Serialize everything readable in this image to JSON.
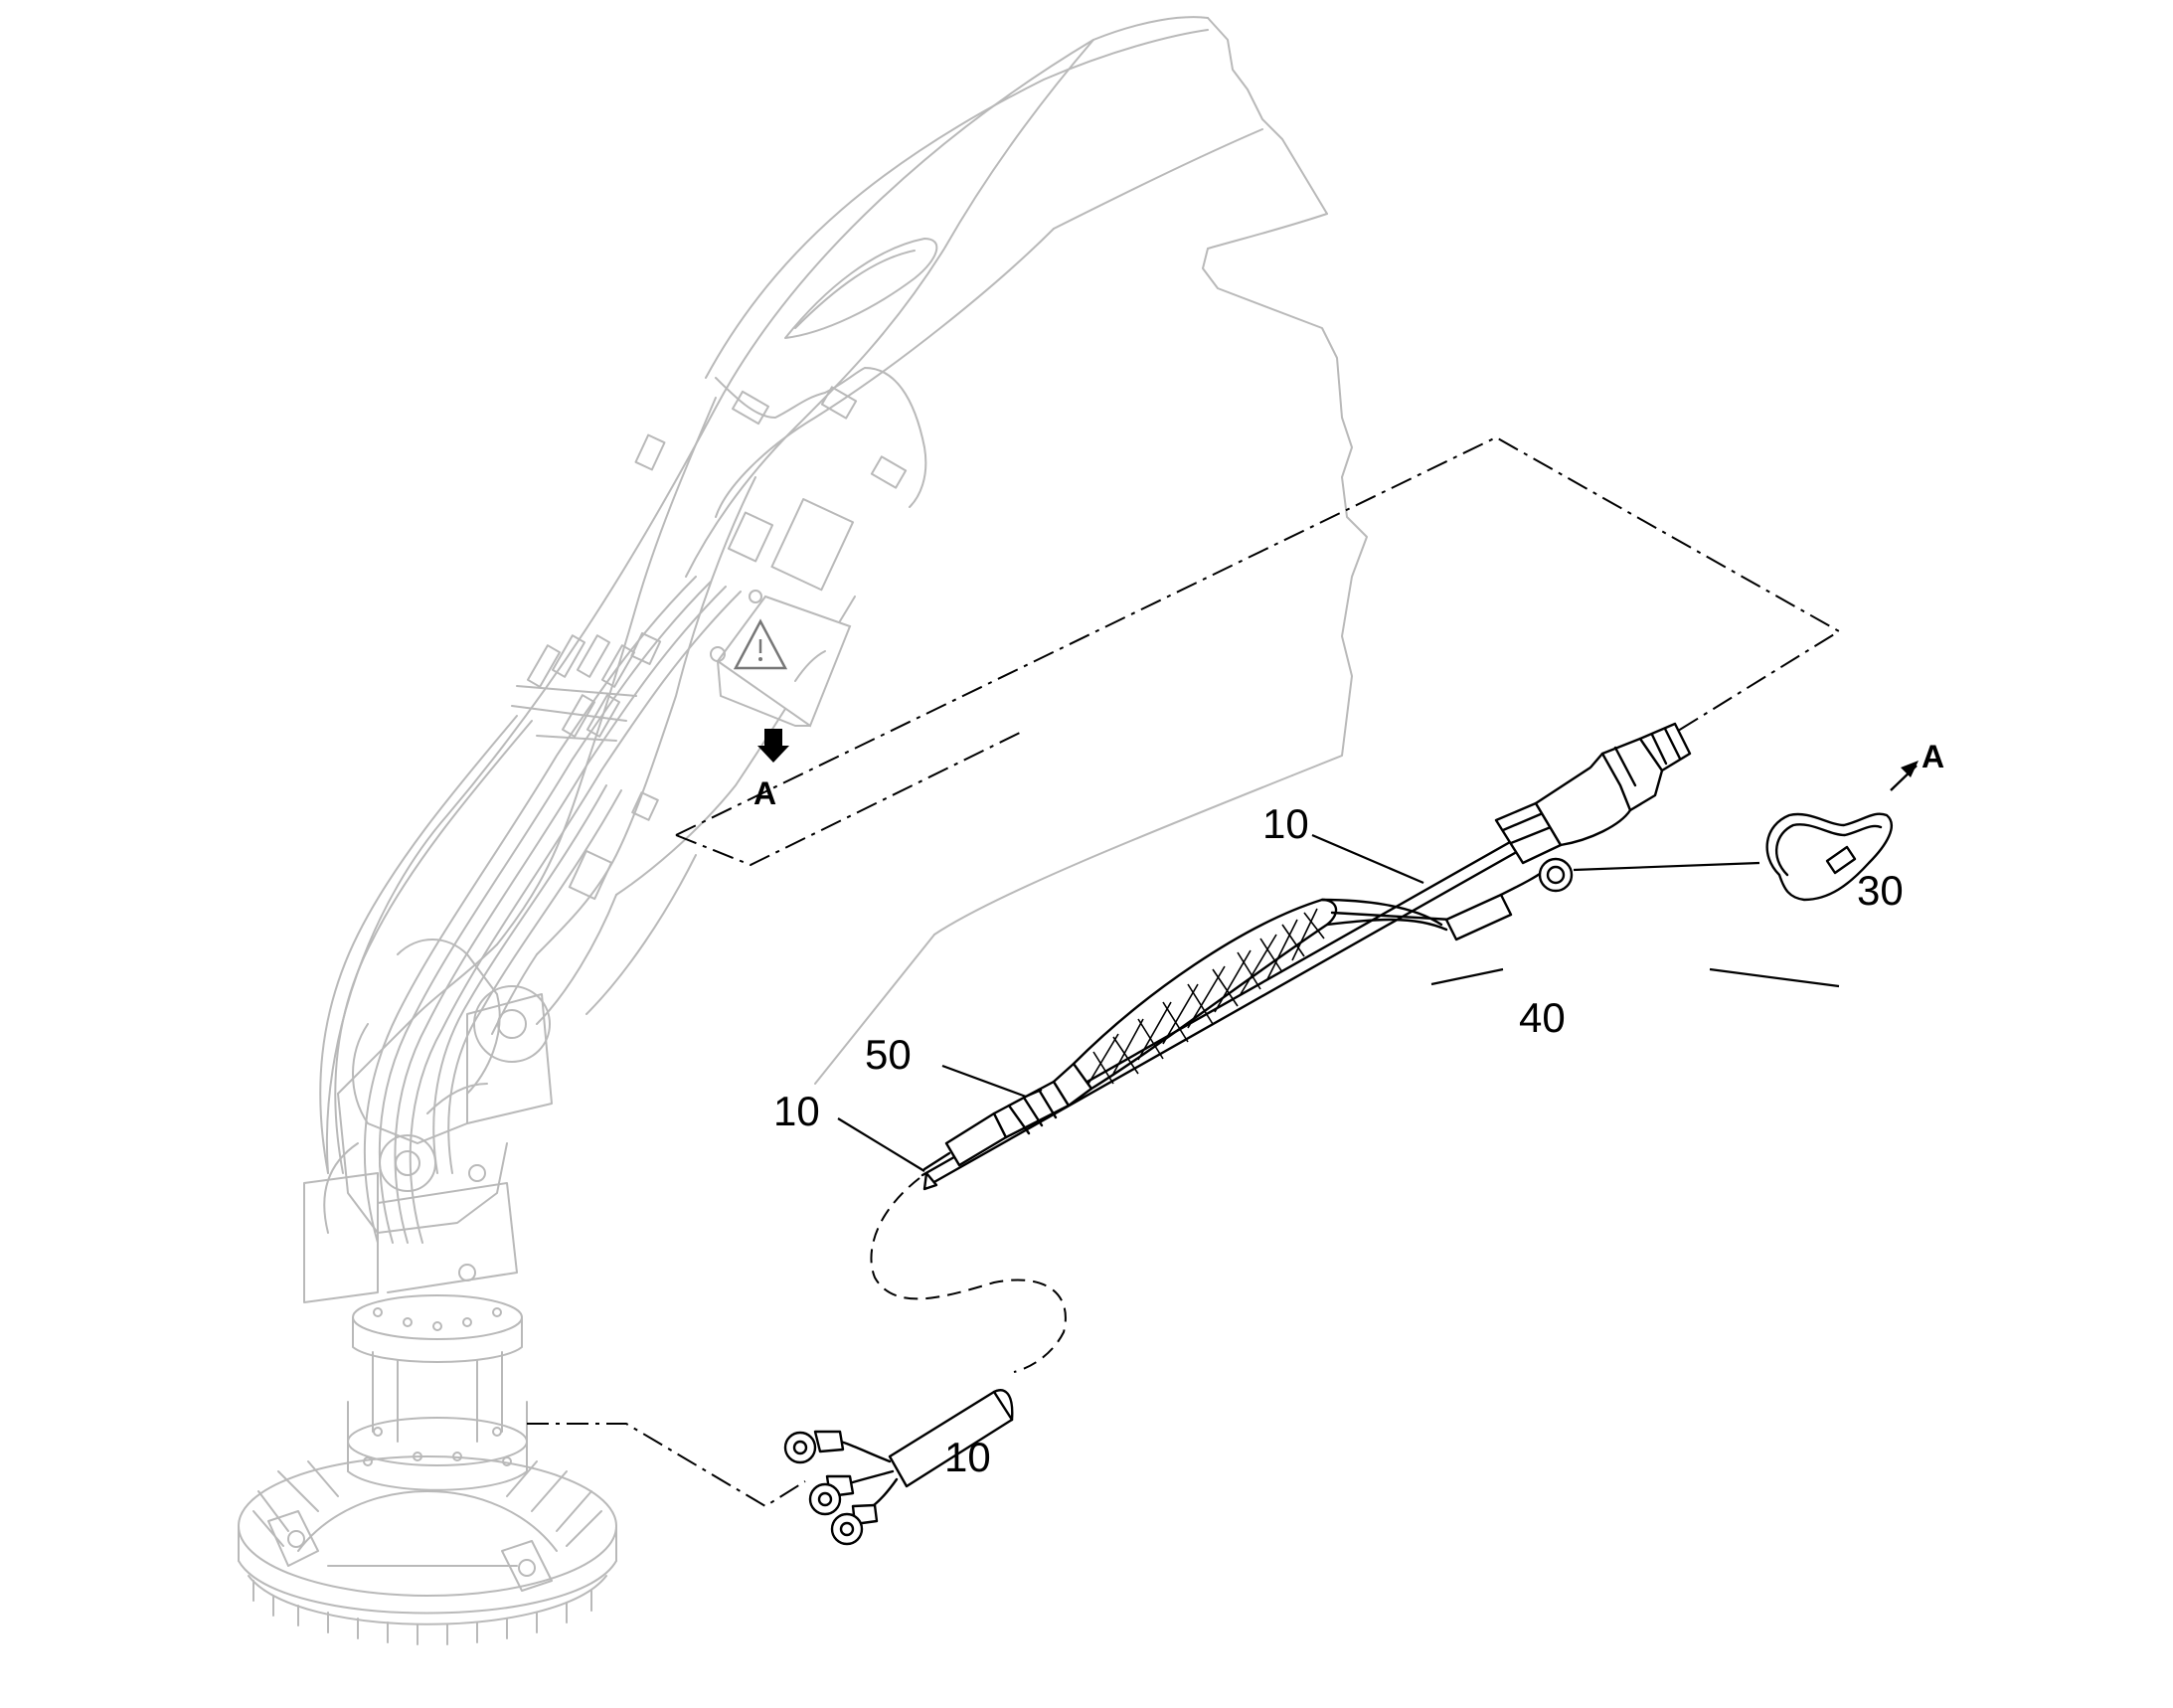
{
  "callouts": {
    "label_10_top": "10",
    "label_10_left": "10",
    "label_10_bottom": "10",
    "label_30": "30",
    "label_40": "40",
    "label_50": "50"
  },
  "view_markers": {
    "view_a_boom": "A",
    "view_a_hook": "A"
  },
  "icons": {
    "warning_sign": "warning-triangle-icon",
    "view_arrow": "arrow-icon"
  }
}
